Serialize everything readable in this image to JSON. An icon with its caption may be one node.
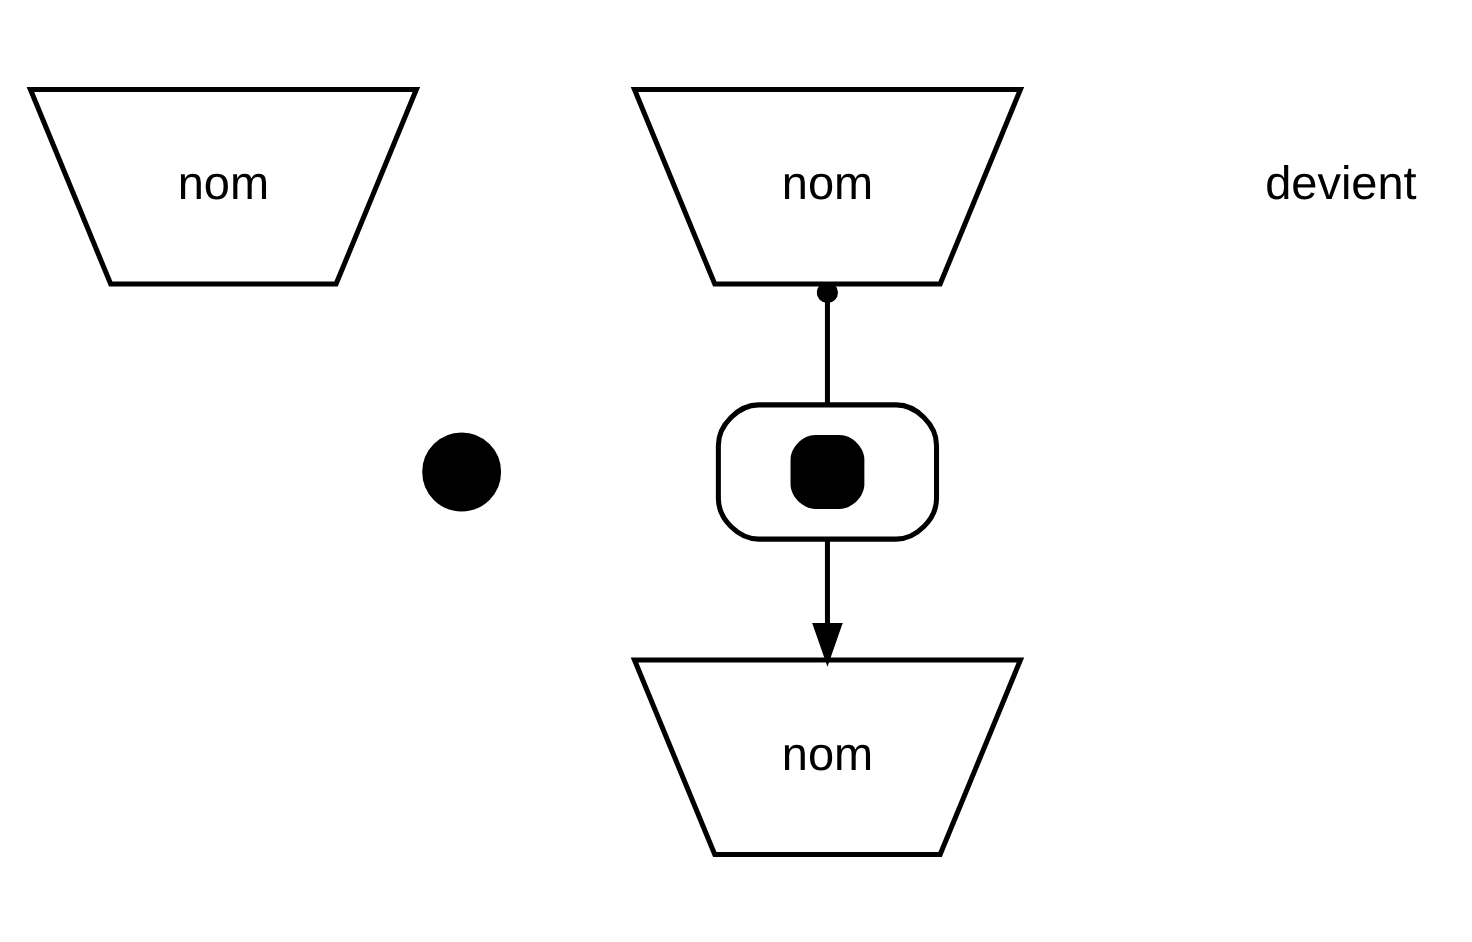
{
  "diagram": {
    "nodes": [
      {
        "text": [
          "nom"
        ]
      },
      {
        "text": [],
        "shape": "circle"
      },
      {
        "text": [
          "nom"
        ]
      },
      {
        "text": [],
        "shape": "box"
      },
      {
        "text": [
          "nom"
        ]
      }
    ],
    "edges": [
      {
        "from": 2,
        "to": 3,
        "arrow": "other"
      },
      {
        "from": 3,
        "to": 4,
        "arrow": "to"
      }
    ],
    "labels": [
      "devient"
    ]
  }
}
